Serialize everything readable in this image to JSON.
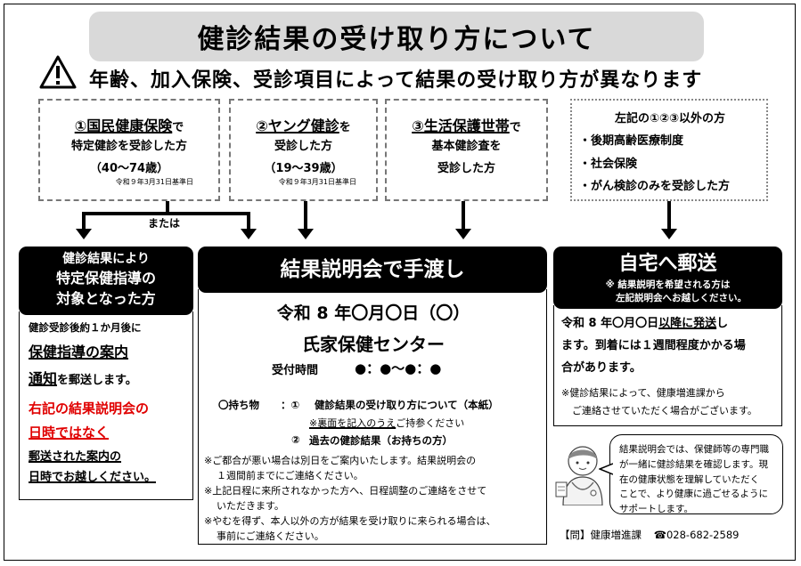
{
  "header": {
    "title": "健診結果の受け取り方について",
    "subtitle": "年齢、加入保険、受診項目によって結果の受け取り方が異なります"
  },
  "groups": {
    "g1": {
      "name": "①国民健康保険",
      "suffix": "で",
      "line2": "特定健診を受診した方",
      "age": "（40～74歳）",
      "note": "令和９年3月31日基準日"
    },
    "g2": {
      "name": "②ヤング健診",
      "suffix": "を",
      "line2": "受診した方",
      "age": "（19～39歳）",
      "note": "令和９年3月31日基準日"
    },
    "g3": {
      "name": "③生活保護世帯",
      "suffix": "で",
      "line2": "基本健診査を",
      "line3": "受診した方"
    },
    "g4": {
      "heading": "左記の①②③以外の方",
      "items": [
        "・後期高齢医療制度",
        "・社会保険",
        "・がん検診のみを受診した方"
      ]
    }
  },
  "connector": {
    "or_label": "または"
  },
  "left": {
    "header_line1": "健診結果により",
    "header_line2": "特定保健指導の",
    "header_line3": "対象となった方",
    "text1": "健診受診後約１か月後に",
    "text2_ul": "保健指導の案内",
    "text3_ul": "通知",
    "text3_rest": "を郵送します。",
    "red1": "右記の結果説明会の",
    "red2": "日時ではなく",
    "text4_ul": "郵送された案内の",
    "text5_ul": "日時でお越しください。"
  },
  "center": {
    "header": "結果説明会で手渡し",
    "date": "令和 8 年〇月〇日（〇）",
    "venue": "氏家保健センター",
    "time_label": "受付時間",
    "time_value": "●：●～●：●",
    "bring_label": "〇持ち物",
    "bring1_num": "：①",
    "bring1": "健診結果の受け取り方について（本紙）",
    "bring1_note_ul": "※裏面を記入のうえ",
    "bring1_note_rest": "ご持参ください",
    "bring2_num": "②",
    "bring2": "過去の健診結果（お持ちの方）",
    "note1a": "※ご都合が悪い場合は別日をご案内いたします。結果説明会の",
    "note1b": "１週間前までにご連絡ください。",
    "note2a": "※上記日程に来所されなかった方へ、日程調整のご連絡をさせて",
    "note2b": "いただきます。",
    "note3a": "※やむを得ず、本人以外の方が結果を受け取りに来られる場合は、",
    "note3b": "事前にご連絡ください。"
  },
  "right": {
    "header": "自宅へ郵送",
    "header_note1": "※ 結果説明を希望される方は",
    "header_note2": "左記説明会へお越しください。",
    "text1_pre": "令和 8 年〇月〇日",
    "text1_ul": "以降に発送",
    "text1_post": "し",
    "text2": "ます。到着には１週間程度かかる場",
    "text3": "合があります。",
    "note1": "※健診結果によって、健康増進課から",
    "note2": "ご連絡させていただく場合がございます。"
  },
  "bubble": {
    "lines": [
      "結果説明会では、保健師等の専門職",
      "が一緒に健診結果を確認します。現",
      "在の健康状態を理解していただく",
      "ことで、より健康に過ごせるように",
      "サポートします。"
    ]
  },
  "contact": {
    "label": "【問】健康増進課",
    "phone_icon": "☎",
    "phone": "028-682-2589"
  }
}
